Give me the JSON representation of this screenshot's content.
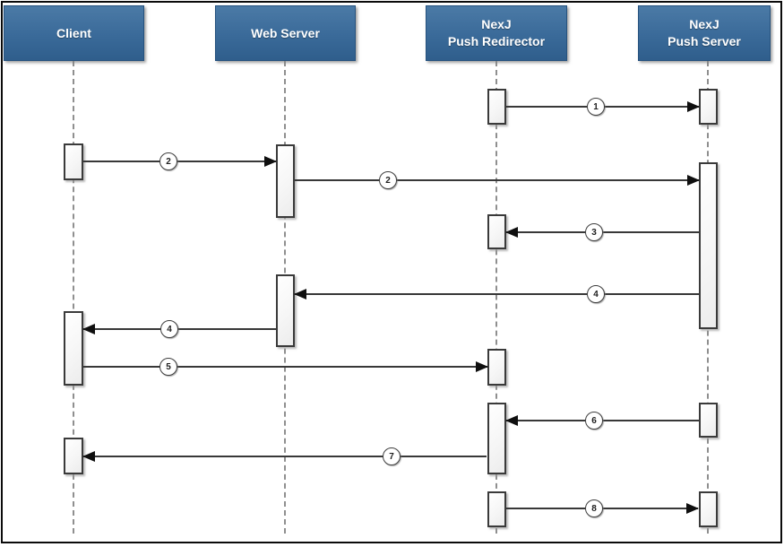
{
  "diagram": {
    "kind": "sequence-diagram",
    "actors": [
      {
        "id": "client",
        "label": "Client"
      },
      {
        "id": "web-server",
        "label": "Web Server"
      },
      {
        "id": "push-redirector",
        "label": "NexJ\nPush Redirector"
      },
      {
        "id": "push-server",
        "label": "NexJ\nPush Server"
      }
    ],
    "messages": [
      {
        "label": "1",
        "from": "push-redirector",
        "to": "push-server",
        "direction": "right"
      },
      {
        "label": "2",
        "from": "client",
        "to": "web-server",
        "direction": "right"
      },
      {
        "label": "2",
        "from": "web-server",
        "to": "push-server",
        "direction": "right"
      },
      {
        "label": "3",
        "from": "push-server",
        "to": "push-redirector",
        "direction": "left"
      },
      {
        "label": "4",
        "from": "push-server",
        "to": "web-server",
        "direction": "left"
      },
      {
        "label": "4",
        "from": "web-server",
        "to": "client",
        "direction": "left"
      },
      {
        "label": "5",
        "from": "client",
        "to": "push-redirector",
        "direction": "right"
      },
      {
        "label": "6",
        "from": "push-server",
        "to": "push-redirector",
        "direction": "left"
      },
      {
        "label": "7",
        "from": "push-redirector",
        "to": "client",
        "direction": "left"
      },
      {
        "label": "8",
        "from": "push-redirector",
        "to": "push-server",
        "direction": "right"
      }
    ],
    "colors": {
      "actor_fill_top": "#4b7aa6",
      "actor_fill_bottom": "#2f5e8c",
      "actor_text": "#ffffff",
      "lifeline": "#8f8f8f",
      "arrow": "#1e1e1e",
      "activation_fill": "#f6f6f6",
      "activation_border": "#3a3a3a",
      "background": "#ffffff",
      "frame_border": "#0a0a0a"
    }
  }
}
